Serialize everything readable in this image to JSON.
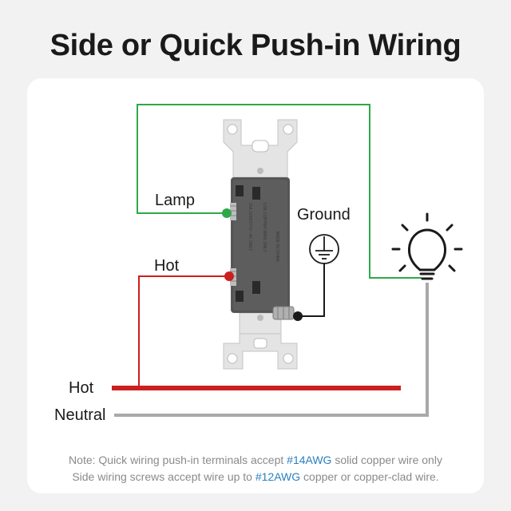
{
  "title": "Side or Quick Push-in Wiring",
  "labels": {
    "lamp": "Lamp",
    "hot_terminal": "Hot",
    "ground": "Ground",
    "hot_line": "Hot",
    "neutral_line": "Neutral"
  },
  "switch_text": [
    "15A 120V/277V~ AC ONLY",
    "USE COPPER WIRE ONLY",
    "MADE IN CHINA"
  ],
  "note": {
    "line1_pre": "Note: Quick wiring push-in terminals accept ",
    "line1_awg": "#14AWG",
    "line1_post": " solid copper wire only",
    "line2_pre": "Side wiring screws accept wire up to ",
    "line2_awg": "#12AWG",
    "line2_post": " copper or copper-clad wire."
  },
  "colors": {
    "hot_wire": "#cc1f1f",
    "lamp_wire": "#2fa84a",
    "neutral_wire": "#a9a9a9",
    "ground_wire": "#1a1a1a",
    "awg_highlight": "#2a7fc0",
    "switch_body": "#5d5d5d",
    "mounting_strap": "#e4e4e4"
  },
  "icons": [
    "light-bulb-icon",
    "ground-symbol-icon"
  ]
}
